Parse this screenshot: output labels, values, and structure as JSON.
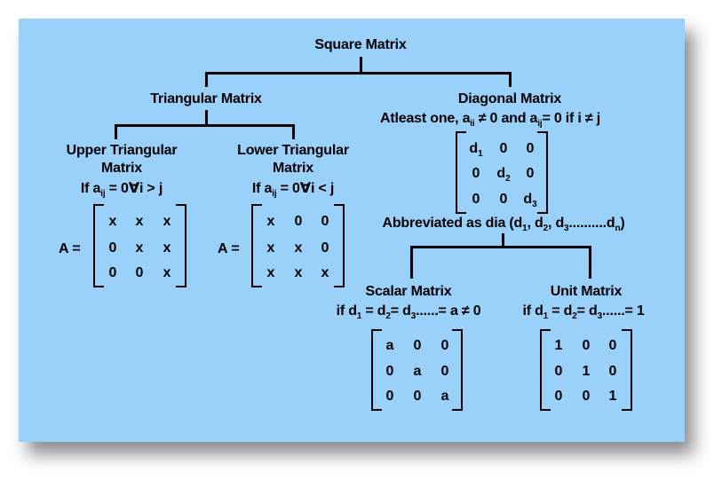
{
  "diagram": {
    "title": "Square Matrix",
    "background_color": "#99d1fb",
    "line_color": "#000000",
    "triangular": {
      "label": "Triangular Matrix",
      "upper": {
        "label_line1": "Upper Triangular",
        "label_line2": "Matrix",
        "condition_prefix": "If a",
        "condition_sub": "ij",
        "condition_suffix": " = 0∀i > j",
        "lhs": "A =",
        "matrix": [
          [
            "x",
            "x",
            "x"
          ],
          [
            "0",
            "x",
            "x"
          ],
          [
            "0",
            "0",
            "x"
          ]
        ]
      },
      "lower": {
        "label_line1": "Lower Triangular",
        "label_line2": "Matrix",
        "condition_prefix": "If a",
        "condition_sub": "ij",
        "condition_suffix": " = 0∀i < j",
        "lhs": "A =",
        "matrix": [
          [
            "x",
            "0",
            "0"
          ],
          [
            "x",
            "x",
            "0"
          ],
          [
            "x",
            "x",
            "x"
          ]
        ]
      }
    },
    "diagonal": {
      "label": "Diagonal Matrix",
      "condition": {
        "p1": "Atleast one, a",
        "s1": "ii",
        "p2": " ≠ 0 and a",
        "s2": "ij",
        "p3": "= 0 if i ≠ j"
      },
      "matrix": [
        [
          {
            "v": "d",
            "s": "1"
          },
          {
            "v": "0",
            "s": ""
          },
          {
            "v": "0",
            "s": ""
          }
        ],
        [
          {
            "v": "0",
            "s": ""
          },
          {
            "v": "d",
            "s": "2"
          },
          {
            "v": "0",
            "s": ""
          }
        ],
        [
          {
            "v": "0",
            "s": ""
          },
          {
            "v": "0",
            "s": ""
          },
          {
            "v": "d",
            "s": "3"
          }
        ]
      ],
      "abbreviation": {
        "p1": "Abbreviated as dia (d",
        "s1": "1",
        "p2": ", d",
        "s2": "2",
        "p3": ", d",
        "s3": "3",
        "p4": "..........d",
        "s4": "n",
        "p5": ")"
      },
      "scalar": {
        "label": "Scalar Matrix",
        "condition": {
          "p1": "if d",
          "s1": "1",
          "p2": " = d",
          "s2": "2",
          "p3": "= d",
          "s3": "3",
          "p4": "......= a ≠ 0"
        },
        "matrix": [
          [
            "a",
            "0",
            "0"
          ],
          [
            "0",
            "a",
            "0"
          ],
          [
            "0",
            "0",
            "a"
          ]
        ]
      },
      "unit": {
        "label": "Unit Matrix",
        "condition": {
          "p1": "if d",
          "s1": "1",
          "p2": " = d",
          "s2": "2",
          "p3": "= d",
          "s3": "3",
          "p4": "......= 1"
        },
        "matrix": [
          [
            "1",
            "0",
            "0"
          ],
          [
            "0",
            "1",
            "0"
          ],
          [
            "0",
            "0",
            "1"
          ]
        ]
      }
    }
  }
}
